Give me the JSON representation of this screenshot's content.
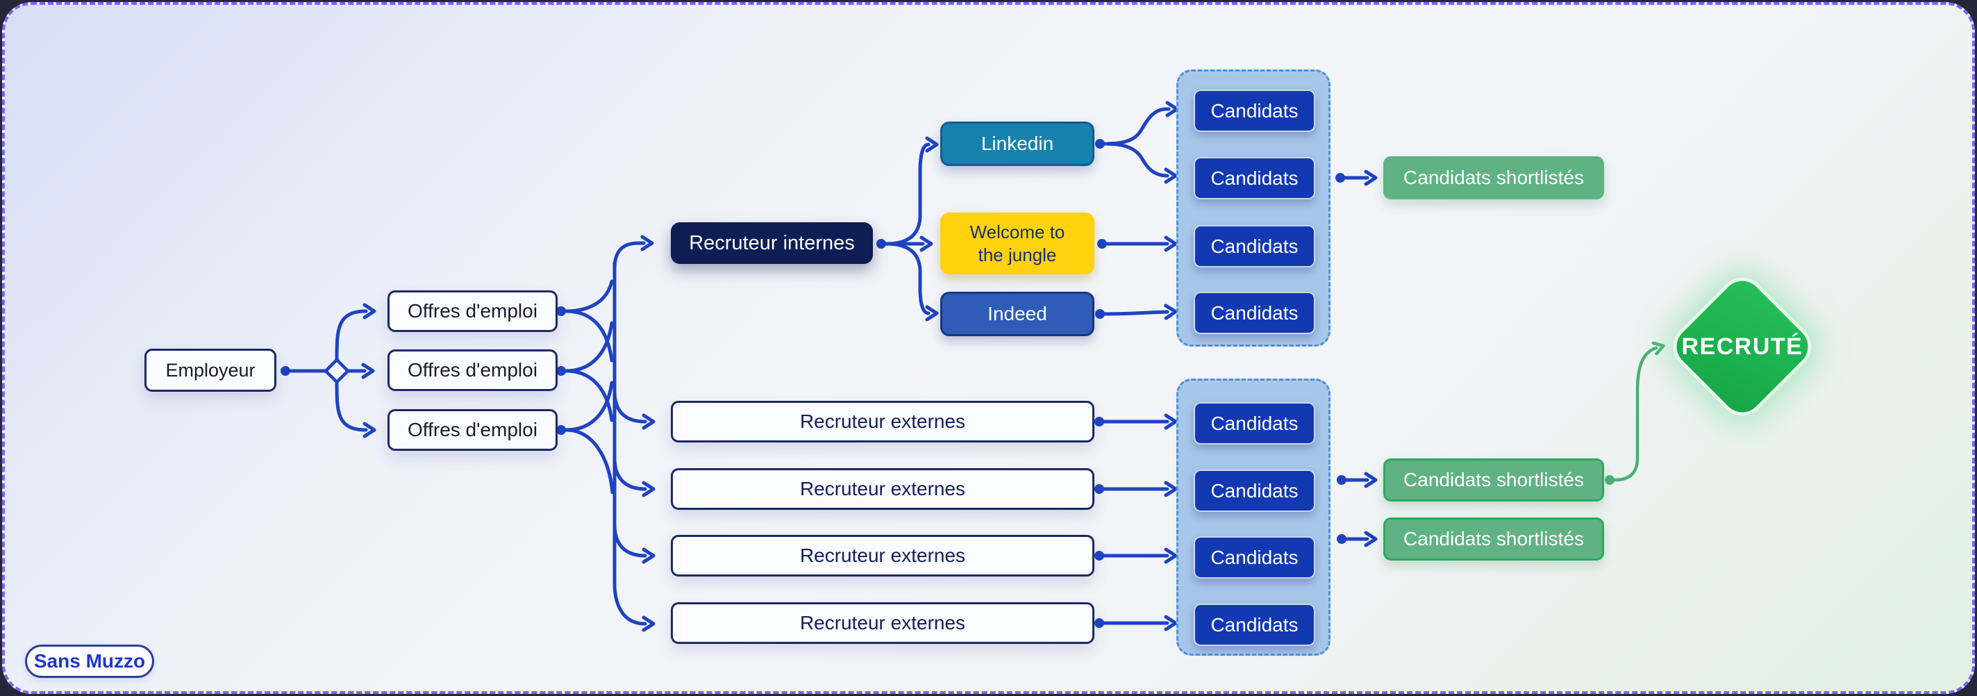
{
  "diagram": {
    "employeur": {
      "label": "Employeur"
    },
    "offres": [
      {
        "label": "Offres d'emploi"
      },
      {
        "label": "Offres d'emploi"
      },
      {
        "label": "Offres d'emploi"
      }
    ],
    "recruteur_internes": {
      "label": "Recruteur internes"
    },
    "plateformes": {
      "linkedin": {
        "label": "Linkedin"
      },
      "welcome_to_the_jungle": {
        "label": "Welcome to the jungle"
      },
      "indeed": {
        "label": "Indeed"
      }
    },
    "recruteurs_externes": [
      {
        "label": "Recruteur externes"
      },
      {
        "label": "Recruteur externes"
      },
      {
        "label": "Recruteur externes"
      },
      {
        "label": "Recruteur externes"
      }
    ],
    "groupe_candidats_internes": {
      "items": [
        "Candidats",
        "Candidats",
        "Candidats",
        "Candidats"
      ]
    },
    "groupe_candidats_externes": {
      "items": [
        "Candidats",
        "Candidats",
        "Candidats",
        "Candidats"
      ]
    },
    "shortlists": [
      {
        "label": "Candidats shortlistés"
      },
      {
        "label": "Candidats shortlistés"
      },
      {
        "label": "Candidats shortlistés"
      }
    ],
    "resultat": {
      "label": "RECRUTÉ"
    }
  },
  "badge": {
    "label": "Sans Muzzo"
  },
  "colors": {
    "line": "#1E43C2",
    "green_line": "#4CAE74",
    "navy_dark": "#0E1E55",
    "candidat_blue": "#1239B2",
    "linkedin_fill": "#1681AD",
    "indeed_fill": "#2E5CB7",
    "wttj_fill": "#FFD20D",
    "group_fill": "#A8C6EA",
    "group_border": "#4A94DC",
    "shortlist_fill": "#5FB283",
    "shortlist_border": "#2FA85C",
    "diamond_green": "#1FB351",
    "frame_border": "#7C64F3",
    "badge_text": "#2037CD"
  }
}
